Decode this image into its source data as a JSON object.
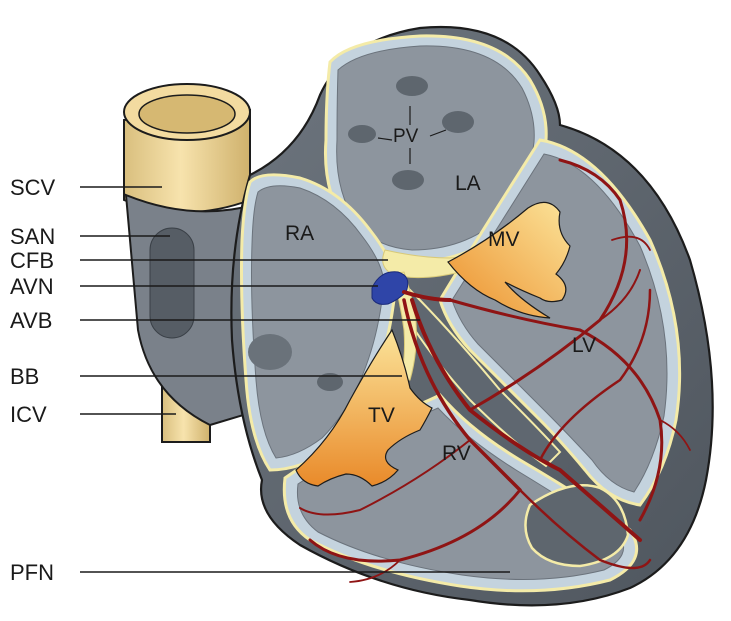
{
  "labels": {
    "scv": "SCV",
    "san": "SAN",
    "cfb": "CFB",
    "avn": "AVN",
    "avb": "AVB",
    "bb": "BB",
    "icv": "ICV",
    "pfn": "PFN"
  },
  "chambers": {
    "pv": "PV",
    "la": "LA",
    "ra": "RA",
    "mv": "MV",
    "lv": "LV",
    "tv": "TV",
    "rv": "RV"
  },
  "colors": {
    "vein": "#f3dca0",
    "wall": "#5f6770",
    "cavity": "#8d959e",
    "endocardium": "#b7c9d6",
    "fibrous": "#f4eba8",
    "valve_light": "#fbd77a",
    "valve_dark": "#e98a2a",
    "node": "#2f45a8",
    "purkinje": "#8f1414"
  }
}
